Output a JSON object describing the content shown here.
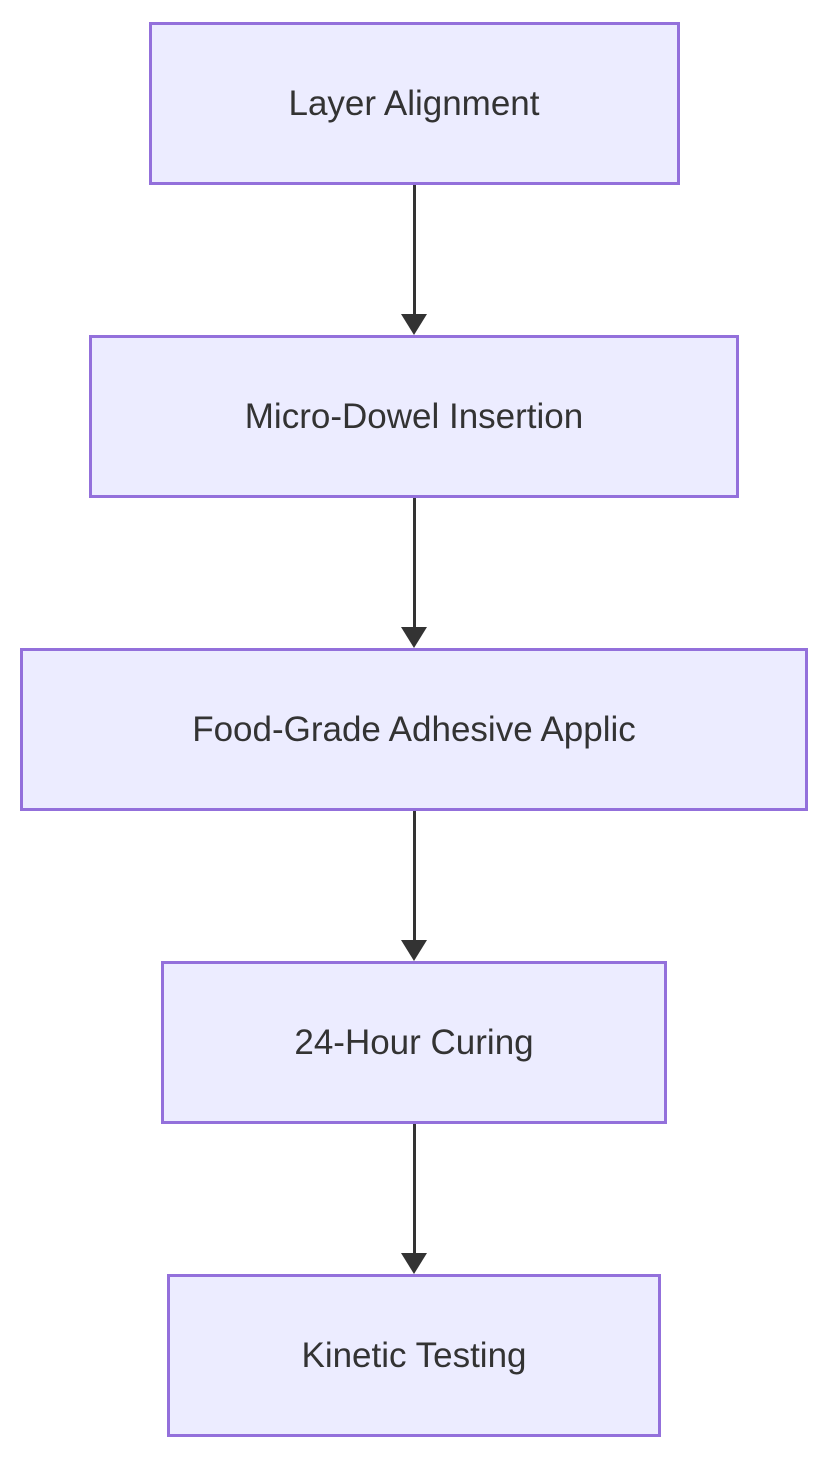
{
  "diagram": {
    "type": "flowchart",
    "direction": "top-down",
    "nodes": [
      {
        "id": "step-1",
        "label": "Layer Alignment"
      },
      {
        "id": "step-2",
        "label": "Micro-Dowel Insertion"
      },
      {
        "id": "step-3",
        "label": "Food-Grade Adhesive Applic"
      },
      {
        "id": "step-4",
        "label": "24-Hour Curing"
      },
      {
        "id": "step-5",
        "label": "Kinetic Testing"
      }
    ],
    "edges": [
      {
        "from": "step-1",
        "to": "step-2",
        "style": "arrow-down"
      },
      {
        "from": "step-2",
        "to": "step-3",
        "style": "arrow-down"
      },
      {
        "from": "step-3",
        "to": "step-4",
        "style": "arrow-down"
      },
      {
        "from": "step-4",
        "to": "step-5",
        "style": "arrow-down"
      }
    ]
  },
  "colors": {
    "node_fill": "#ECECFF",
    "node_border": "#9370DB",
    "text": "#333333",
    "arrow": "#333333",
    "background": "#FFFFFF"
  }
}
